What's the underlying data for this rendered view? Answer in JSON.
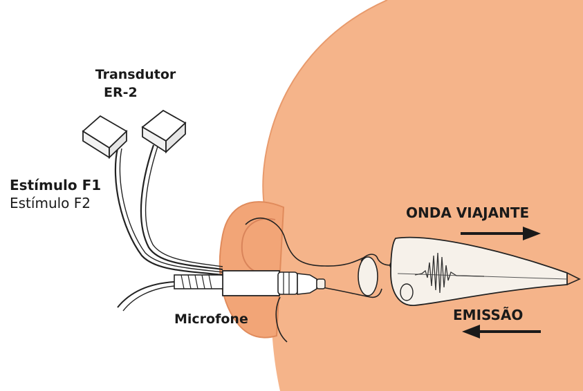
{
  "labels": {
    "transducer": "Transdutor",
    "transducer_model": "ER-2",
    "stimulus_f1": "Estímulo F1",
    "stimulus_f2": "Estímulo F2",
    "microphone": "Microfone",
    "traveling_wave": "ONDA VIAJANTE",
    "emission": "EMISSÃO"
  },
  "colors": {
    "skin": "#f5b48a",
    "skin_shadow": "#e89a6c",
    "cochlea_fill": "#f6f1ea",
    "outline": "#222222"
  }
}
